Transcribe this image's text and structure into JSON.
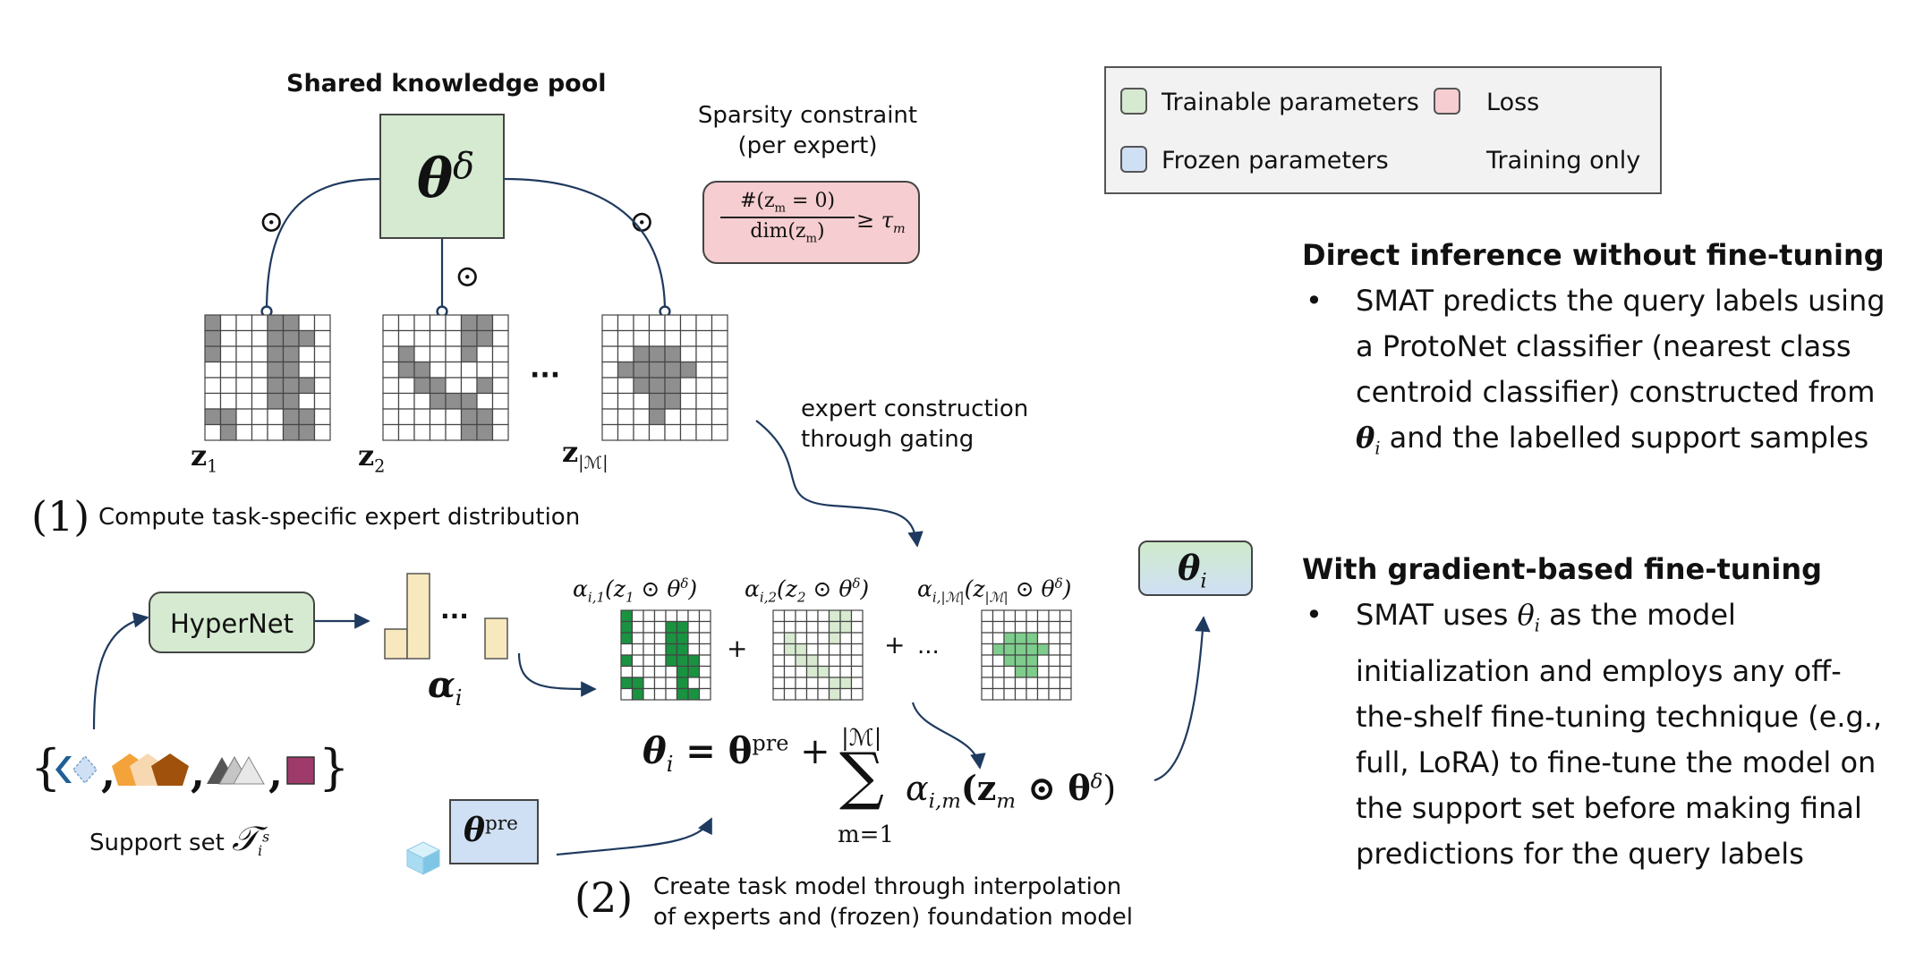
{
  "pool_title": "Shared knowledge pool",
  "theta_delta": "θ",
  "theta_delta_sup": "δ",
  "odot": "⊙",
  "sparsity": {
    "title_line1": "Sparsity constraint",
    "title_line2": "(per expert)",
    "num": "#(z",
    "num_sub": "m",
    "num_tail": " = 0)",
    "den": "dim(z",
    "den_sub": "m",
    "den_tail": ")",
    "rhs": "≥ τ",
    "rhs_sub": "m"
  },
  "legend": {
    "trainable": "Trainable parameters",
    "loss": "Loss",
    "frozen": "Frozen parameters",
    "training_only": "Training only",
    "colors": {
      "trainable": "#d5ead0",
      "loss": "#f6cdd0",
      "frozen": "#cfe0f5"
    }
  },
  "z_labels": {
    "z": "z",
    "s1": "1",
    "s2": "2",
    "sM": "|ℳ|"
  },
  "ellipsis": "···",
  "expert_construction": {
    "line1": "expert construction",
    "line2": "through gating"
  },
  "step1": {
    "num": "(1)",
    "text": "Compute task-specific expert distribution"
  },
  "hypernet": "HyperNet",
  "alpha": {
    "sym": "α",
    "sub": "i"
  },
  "expert_labels": {
    "e1": "α",
    "e1_sub": "i,1",
    "e1_body": "(z",
    "e1_zsub": "1",
    "e2": "α",
    "e2_sub": "i,2",
    "e2_body": "(z",
    "e2_zsub": "2",
    "eM": "α",
    "eM_sub": "i,|ℳ|",
    "eM_body": "(z",
    "eM_zsub": "|ℳ|",
    "tail": " ⊙ θ",
    "tail_sup": "δ",
    "close": ")"
  },
  "plus": "+",
  "dots": "...",
  "theta_i": {
    "sym": "θ",
    "sub": "i"
  },
  "equation": {
    "lhs": "θ",
    "lhs_sub": "i",
    "eq": " = θ",
    "pre": "pre",
    "plus": " + ",
    "sum": "∑",
    "sum_top": "|ℳ|",
    "sum_bot": "m=1",
    "term": "α",
    "term_sub": "i,m",
    "term_body": "(z",
    "term_zsub": "m",
    "term_tail": " ⊙ θ",
    "term_sup": "δ",
    "term_close": ")"
  },
  "support_set": {
    "label": "Support set",
    "sym": "𝒯",
    "sub": "i",
    "sup": "s",
    "open": "{",
    "close": "}",
    "comma": ","
  },
  "theta_pre": {
    "sym": "θ",
    "sup": "pre"
  },
  "step2": {
    "num": "(2)",
    "line1": "Create task model through interpolation",
    "line2": "of experts and (frozen) foundation model"
  },
  "right": {
    "h1": "Direct inference without fine-tuning",
    "b1_part1": "SMAT predicts the query labels using a ProtoNet classifier (nearest class centroid classifier) constructed from ",
    "b1_theta": "θ",
    "b1_sub": "i",
    "b1_part2": " and the labelled support samples",
    "h2": "With gradient-based fine-tuning",
    "b2_part1": "SMAT uses ",
    "b2_theta": "θ",
    "b2_sub": "i",
    "b2_part2": " as the model initialization and employs any off-the-shelf fine-tuning technique (e.g., full, LoRA) to fine-tune the model on the support set before making final predictions for the query labels"
  }
}
